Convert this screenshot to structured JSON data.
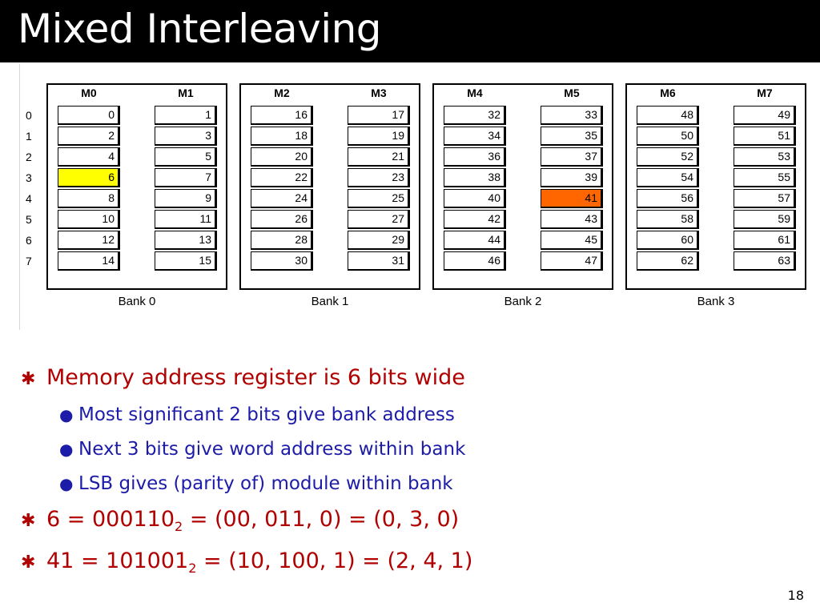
{
  "title": "Mixed Interleaving",
  "row_labels": [
    "0",
    "1",
    "2",
    "3",
    "4",
    "5",
    "6",
    "7"
  ],
  "banks": [
    {
      "label": "Bank 0",
      "modules": [
        {
          "name": "M0",
          "values": [
            "0",
            "2",
            "4",
            "6",
            "8",
            "10",
            "12",
            "14"
          ]
        },
        {
          "name": "M1",
          "values": [
            "1",
            "3",
            "5",
            "7",
            "9",
            "11",
            "13",
            "15"
          ]
        }
      ]
    },
    {
      "label": "Bank 1",
      "modules": [
        {
          "name": "M2",
          "values": [
            "16",
            "18",
            "20",
            "22",
            "24",
            "26",
            "28",
            "30"
          ]
        },
        {
          "name": "M3",
          "values": [
            "17",
            "19",
            "21",
            "23",
            "25",
            "27",
            "29",
            "31"
          ]
        }
      ]
    },
    {
      "label": "Bank 2",
      "modules": [
        {
          "name": "M4",
          "values": [
            "32",
            "34",
            "36",
            "38",
            "40",
            "42",
            "44",
            "46"
          ]
        },
        {
          "name": "M5",
          "values": [
            "33",
            "35",
            "37",
            "39",
            "41",
            "43",
            "45",
            "47"
          ]
        }
      ]
    },
    {
      "label": "Bank 3",
      "modules": [
        {
          "name": "M6",
          "values": [
            "48",
            "50",
            "52",
            "54",
            "56",
            "58",
            "60",
            "62"
          ]
        },
        {
          "name": "M7",
          "values": [
            "49",
            "51",
            "53",
            "55",
            "57",
            "59",
            "61",
            "63"
          ]
        }
      ]
    }
  ],
  "highlights": [
    {
      "value": "6",
      "color": "#ffff00"
    },
    {
      "value": "41",
      "color": "#ff6600"
    }
  ],
  "bullets": [
    {
      "level": 1,
      "text": "Memory address register is 6 bits wide"
    },
    {
      "level": 2,
      "text": "Most significant 2 bits give bank address"
    },
    {
      "level": 2,
      "text": "Next 3 bits give word address within bank"
    },
    {
      "level": 2,
      "text": "LSB gives (parity of) module within bank"
    },
    {
      "level": 1,
      "pre": "6 = 000110",
      "sub": "2",
      "post": " = (00, 011, 0) = (0, 3, 0)"
    },
    {
      "level": 1,
      "pre": "41 = 101001",
      "sub": "2",
      "post": " = (10, 100, 1) = (2, 4, 1)"
    }
  ],
  "page_number": "18",
  "colors": {
    "title_bg": "#000000",
    "title_text": "#ffffff",
    "level1": "#b00000",
    "level2": "#1c1ca8"
  }
}
